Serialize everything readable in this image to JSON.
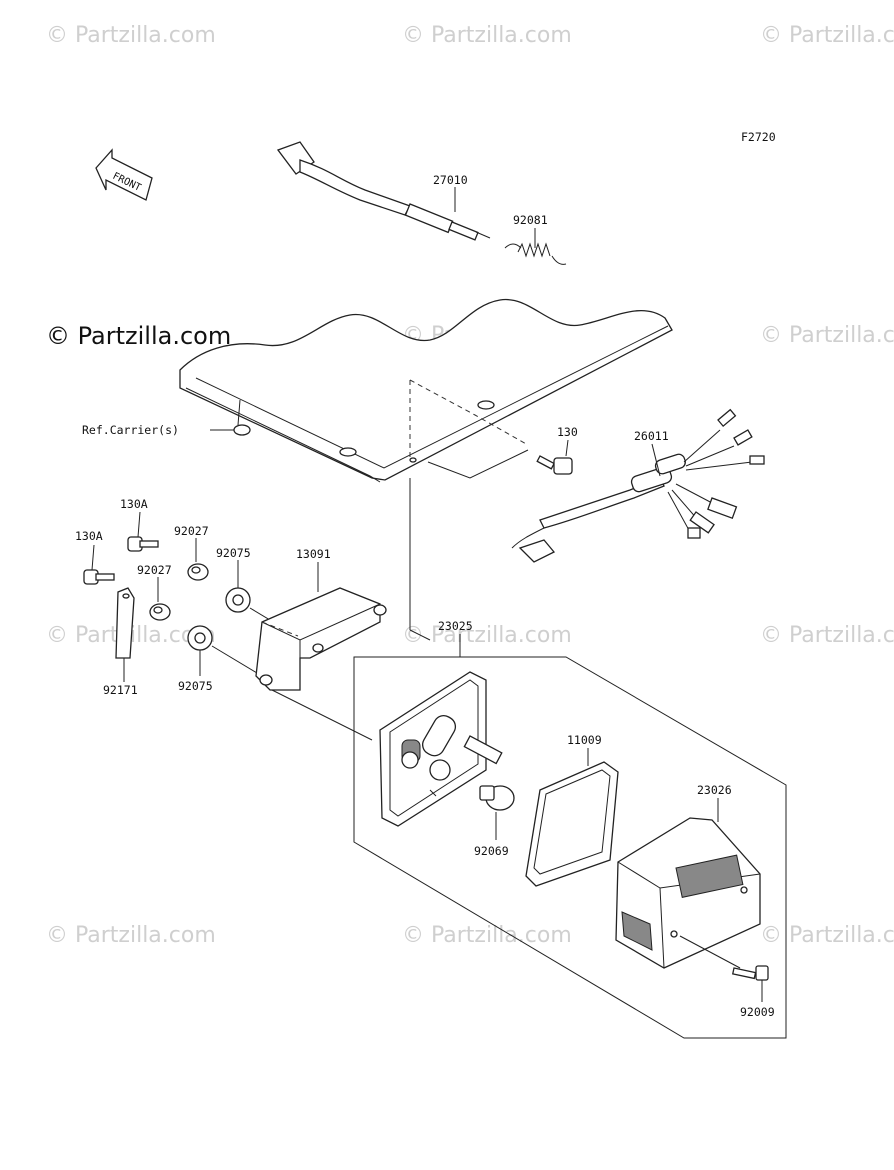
{
  "figure_code": "F2720",
  "watermark": "© Partzilla.com",
  "watermark_faint": "© Partzilla.com",
  "front_arrow": "FRONT",
  "ref_label": "Ref.Carrier(s)",
  "callouts": {
    "p27010": "27010",
    "p92081": "92081",
    "p130": "130",
    "p26011": "26011",
    "p130A_top": "130A",
    "p130A_left": "130A",
    "p92027_a": "92027",
    "p92027_b": "92027",
    "p92075_a": "92075",
    "p92075_b": "92075",
    "p13091": "13091",
    "p92171": "92171",
    "p23025": "23025",
    "p11009": "11009",
    "p23026": "23026",
    "p92069": "92069",
    "p92009": "92009"
  }
}
